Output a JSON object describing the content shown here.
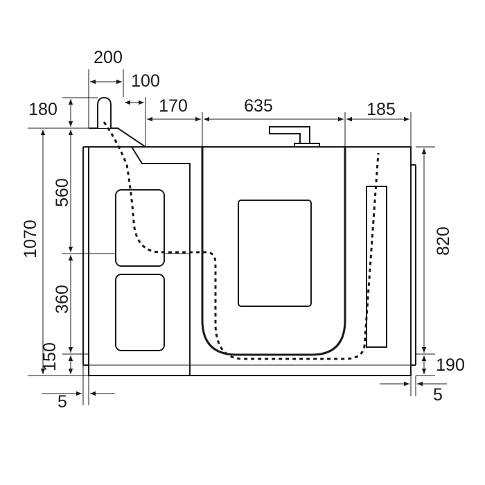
{
  "dimensions": {
    "top_a": "200",
    "top_b": "100",
    "top_c": "170",
    "top_d": "635",
    "top_e": "185",
    "left_a": "180",
    "left_b": "560",
    "left_c": "360",
    "left_d": "150",
    "left_total": "1070",
    "right_a": "820",
    "right_b": "190",
    "bottom_left": "5",
    "bottom_right": "5"
  },
  "colors": {
    "line": "#1a1a1a",
    "background": "#ffffff"
  }
}
